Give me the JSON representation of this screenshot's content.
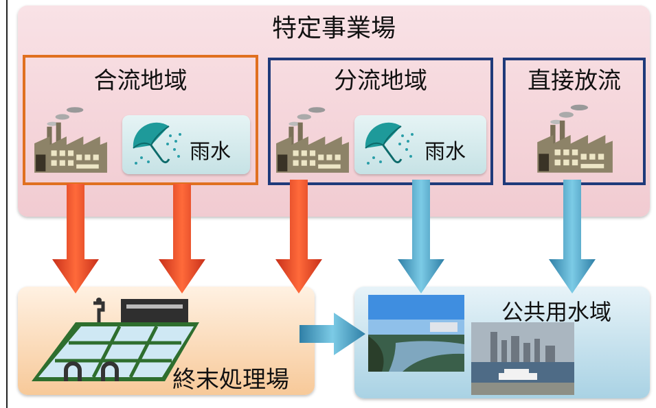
{
  "diagram": {
    "title": "特定事業場",
    "regions": [
      {
        "label": "合流地域",
        "rain_label": "雨水"
      },
      {
        "label": "分流地域",
        "rain_label": "雨水"
      },
      {
        "label": "直接放流"
      }
    ],
    "treatment_plant": {
      "label": "終末処理場"
    },
    "public_water": {
      "label": "公共用水域"
    }
  },
  "colors": {
    "combined_border": "#e07020",
    "separate_border": "#1f3a7a",
    "sewer_arrow": "#ee4a1c",
    "clean_arrow": "#4aa3c8",
    "facility_bg": "#f3d2d8",
    "plant_bg": "#f8cfa5",
    "water_bg": "#b7dbe9"
  },
  "icons": [
    "factory-icon",
    "umbrella-rain-icon",
    "treatment-plant-icon",
    "river-photo",
    "harbor-photo"
  ]
}
